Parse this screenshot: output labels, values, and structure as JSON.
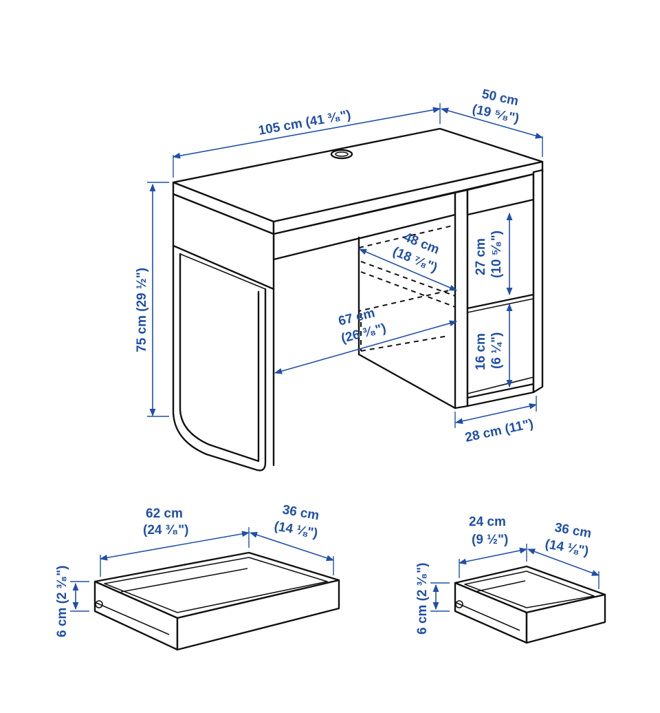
{
  "colors": {
    "dimension": "#1f4fa8",
    "outline": "#111111",
    "background": "#ffffff"
  },
  "desk": {
    "width": {
      "metric": "105 cm",
      "imperial": "(41 ³⁄₈\")",
      "combined": "105 cm (41 ³⁄₈\")"
    },
    "depth": {
      "metric": "50 cm",
      "imperial": "(19 ⁵⁄₈\")"
    },
    "height": {
      "combined": "75 cm (29 ½\")"
    },
    "shelf_depth": {
      "metric": "48 cm",
      "imperial": "(18 ⁷⁄₈\")"
    },
    "leg_space": {
      "metric": "67 cm",
      "imperial": "(26 ³⁄₈\")"
    },
    "upper_compartment": {
      "metric": "27 cm",
      "imperial": "(10 ⁵⁄₈\")"
    },
    "lower_compartment": {
      "metric": "16 cm",
      "imperial": "(6 ¼\")"
    },
    "cabinet_width": {
      "combined": "28 cm (11\")"
    }
  },
  "large_drawer": {
    "width": {
      "metric": "62 cm",
      "imperial": "(24 ³⁄₈\")"
    },
    "depth": {
      "metric": "36 cm",
      "imperial": "(14 ⅛\")"
    },
    "height": {
      "combined": "6 cm (2 ³⁄₈\")"
    }
  },
  "small_drawer": {
    "width": {
      "metric": "24 cm",
      "imperial": "(9 ½\")"
    },
    "depth": {
      "metric": "36 cm",
      "imperial": "(14 ⅛\")"
    },
    "height": {
      "combined": "6 cm (2 ³⁄₈\")"
    }
  }
}
